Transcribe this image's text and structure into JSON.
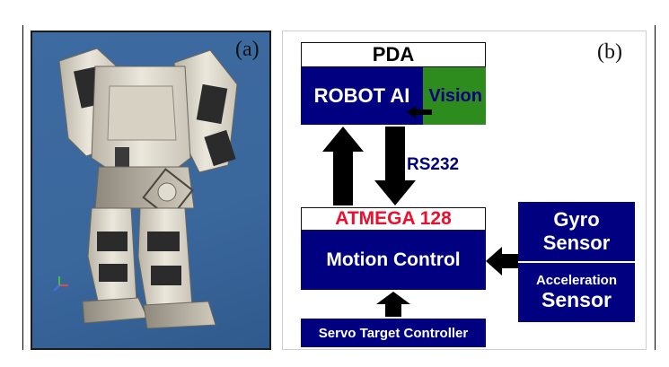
{
  "panel_a": {
    "label": "(a)"
  },
  "panel_b": {
    "label": "(b)",
    "pda": {
      "title": "PDA",
      "robot_ai": "ROBOT AI",
      "vision": "Vision"
    },
    "link_label": "RS232",
    "atmega": {
      "title": "ATMEGA 128",
      "motion_control": "Motion Control"
    },
    "servo": "Servo Target Controller",
    "gyro": {
      "line1": "Gyro",
      "line2": "Sensor"
    },
    "accel": {
      "line1": "Acceleration",
      "line2": "Sensor"
    }
  },
  "colors": {
    "navy": "#000080",
    "vision_green": "#2e8b1e",
    "atmega_red": "#e8102e",
    "panel_a_blue": "#3a679c",
    "arrow": "#000000"
  }
}
